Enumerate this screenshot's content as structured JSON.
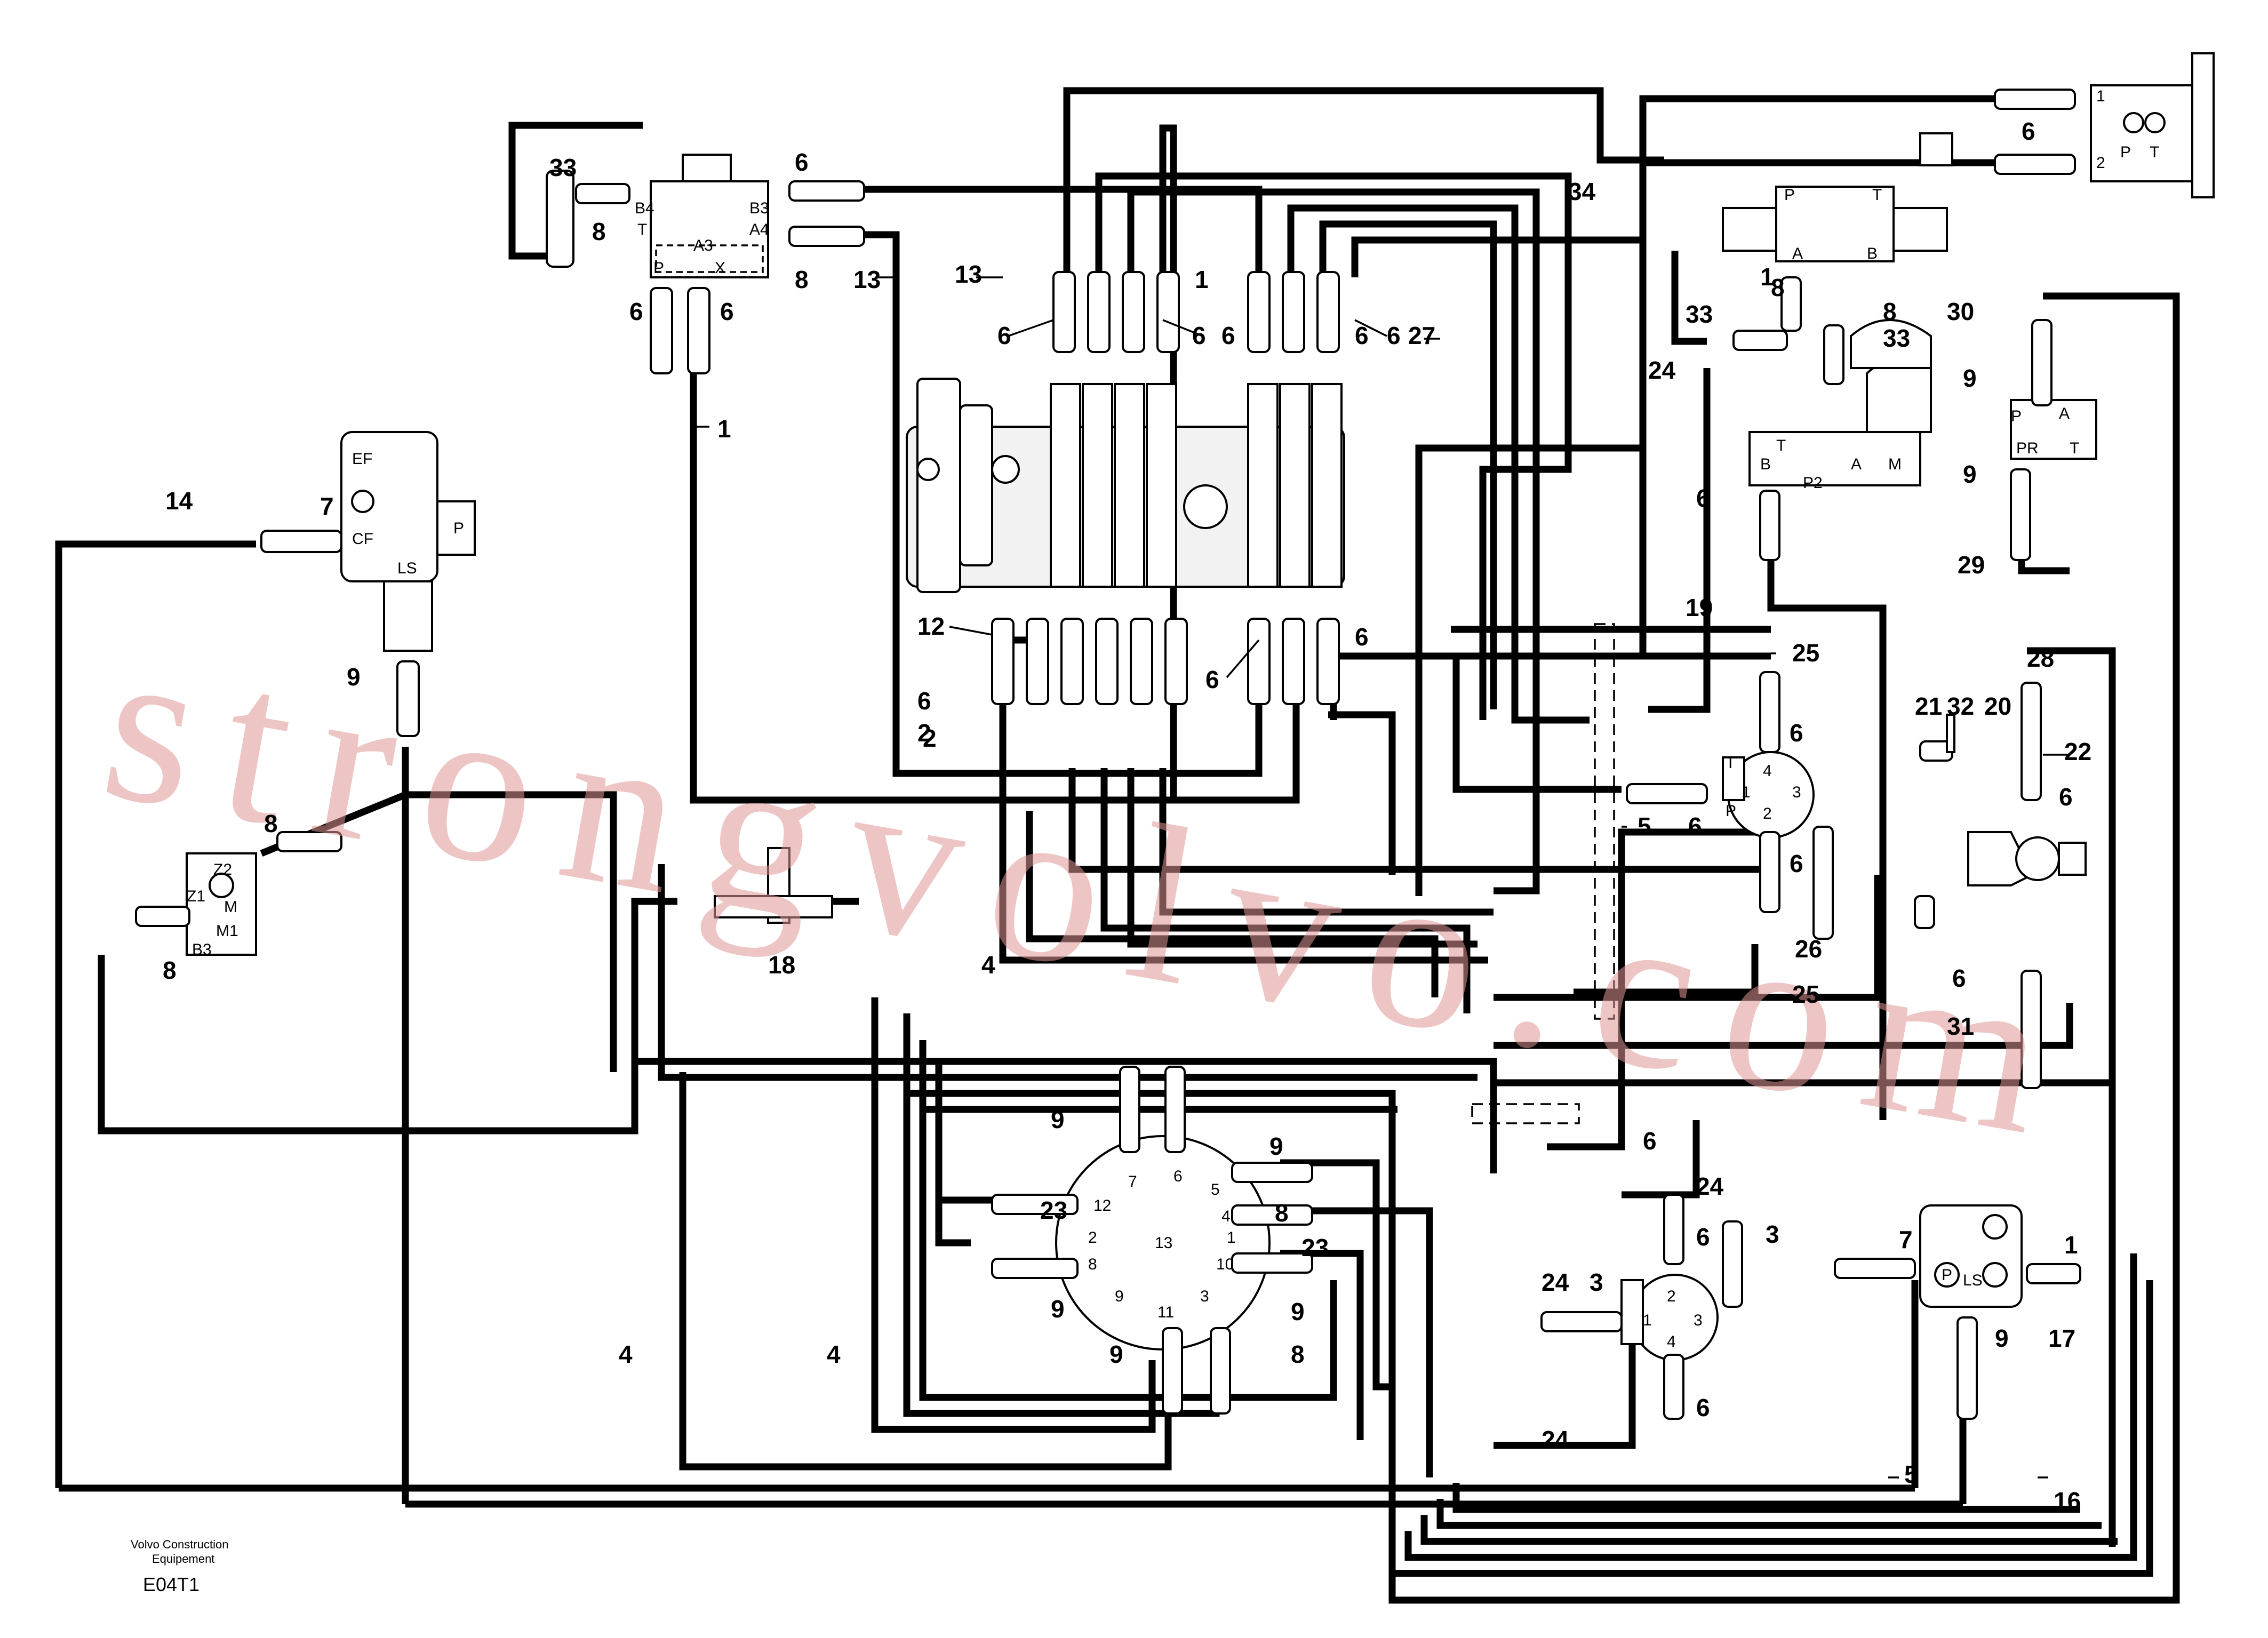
{
  "footer": {
    "company_line1": "Volvo Construction",
    "company_line2": "Equipement",
    "code": "E04T1"
  },
  "watermark": "strongvolvo.com",
  "component_labels": {
    "pilot_block_top": [
      "B4",
      "T",
      "A3",
      "B3",
      "A4",
      "P",
      "X"
    ],
    "priority_valve": [
      "EF",
      "CF",
      "LS",
      "P"
    ],
    "left_block": [
      "Z1",
      "Z2",
      "M",
      "M1",
      "B3"
    ],
    "control_valve_top": [
      "P",
      "T",
      "A",
      "B"
    ],
    "pedal_valve": [
      "T",
      "B",
      "A",
      "M",
      "P2"
    ],
    "right_valve": [
      "P",
      "A",
      "PR",
      "T"
    ],
    "switch_panel": [
      "1",
      "2",
      "P",
      "T"
    ],
    "joint_small": [
      "T",
      "P",
      "4",
      "1",
      "3",
      "2"
    ],
    "joint_lower": [
      "2",
      "1",
      "3",
      "4"
    ],
    "swivel_13": [
      "7",
      "6",
      "5",
      "4",
      "1",
      "10",
      "3",
      "11",
      "9",
      "8",
      "2",
      "12",
      "13"
    ],
    "ls_block": [
      "P",
      "LS"
    ]
  },
  "callouts": [
    "33",
    "8",
    "6",
    "6",
    "8",
    "13",
    "13",
    "6",
    "6",
    "1",
    "6",
    "6",
    "1",
    "6",
    "6",
    "27",
    "34",
    "6",
    "1",
    "2",
    "8",
    "33",
    "8",
    "33",
    "24",
    "30",
    "9",
    "9",
    "29",
    "6",
    "19",
    "14",
    "7",
    "9",
    "12",
    "6",
    "2",
    "6",
    "6",
    "25",
    "6",
    "5",
    "6",
    "6",
    "26",
    "25",
    "28",
    "21",
    "32",
    "20",
    "22",
    "6",
    "6",
    "31",
    "8",
    "8",
    "18",
    "4",
    "9",
    "9",
    "23",
    "23",
    "9",
    "8",
    "9",
    "9",
    "8",
    "4",
    "4",
    "24",
    "3",
    "6",
    "24",
    "6",
    "3",
    "7",
    "1",
    "9",
    "17",
    "6",
    "24",
    "5",
    "16"
  ]
}
